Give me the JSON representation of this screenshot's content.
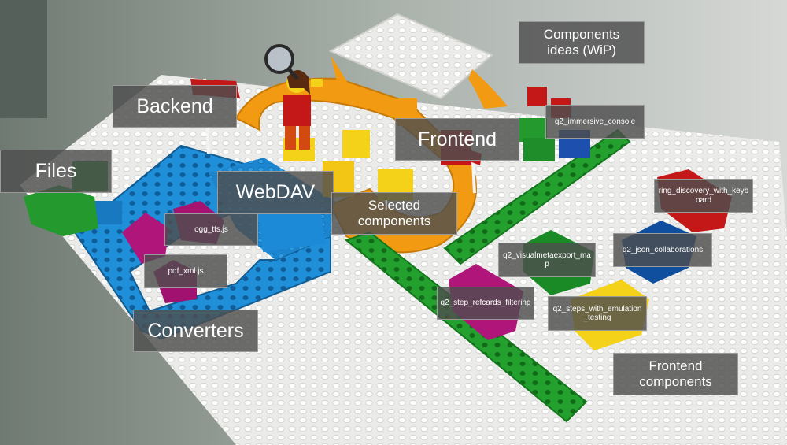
{
  "labels": {
    "backend": "Backend",
    "files": "Files",
    "webdav": "WebDAV",
    "frontend": "Frontend",
    "components_ideas": "Components\nideas (WiP)",
    "selected_components": "Selected\ncomponents",
    "converters": "Converters",
    "frontend_components": "Frontend\ncomponents",
    "ogg_tts": "ogg_tts.js",
    "pdf_xml": "pdf_xml.js",
    "q2_immersive_console": "q2_immersive_console",
    "ring_discovery": "ring_discovery_with_keyb\noard",
    "q2_json_collaborations": "q2_json_collaborations",
    "q2_visualmetaexport": "q2_visualmetaexport_ma\np",
    "q2_step_refcards": "q2_step_refcards_filtering",
    "q2_steps_emulation": "q2_steps_with_emulation\n_testing"
  },
  "colors": {
    "baseplate": "#efefed",
    "wall": "#8f9a93",
    "lego_blue": "#1e8fd8",
    "lego_green": "#27a532",
    "lego_orange": "#f29a12",
    "lego_yellow": "#f5d21a",
    "lego_magenta": "#b0157a",
    "lego_red": "#c41818",
    "label_bg": "#4e4e4e"
  },
  "icons": {
    "flag": "flag-icon",
    "minifigure": "minifigure-icon",
    "magnifier": "magnifier-icon"
  }
}
